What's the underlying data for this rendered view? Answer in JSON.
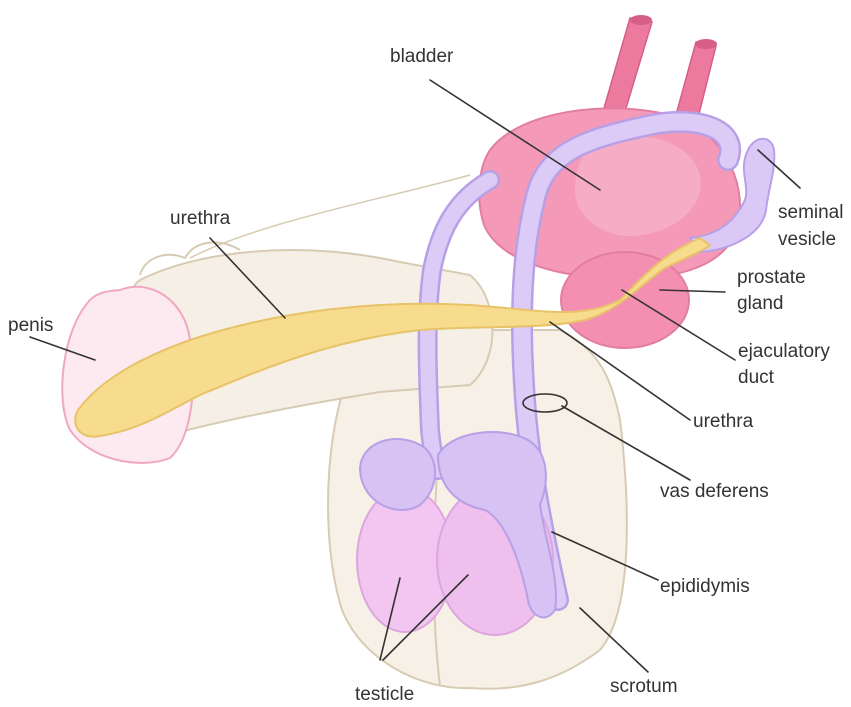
{
  "labels": {
    "bladder": "bladder",
    "seminal_vesicle_1": "seminal",
    "seminal_vesicle_2": "vesicle",
    "urethra_top": "urethra",
    "prostate_1": "prostate",
    "prostate_2": "gland",
    "penis": "penis",
    "ejaculatory_1": "ejaculatory",
    "ejaculatory_2": "duct",
    "urethra_right": "urethra",
    "vas_deferens": "vas deferens",
    "epididymis": "epididymis",
    "testicle": "testicle",
    "scrotum": "scrotum"
  },
  "colors": {
    "bladder": "#f49ab8",
    "bladder_light": "#f8b9cf",
    "ureter": "#ec7a9e",
    "prostate": "#f48fb1",
    "vas": "#d9c6f5",
    "vas_edge": "#b8a0e6",
    "testicle": "#f2c6f0",
    "epididymis": "#d7c2f3",
    "urethra": "#f7dc8e",
    "urethra_edge": "#e8c268",
    "skin": "#f4eee4",
    "skin_edge": "#d8cbb4",
    "glans": "#fde8ef",
    "glans_edge": "#f0a8c0",
    "text": "#333333"
  }
}
